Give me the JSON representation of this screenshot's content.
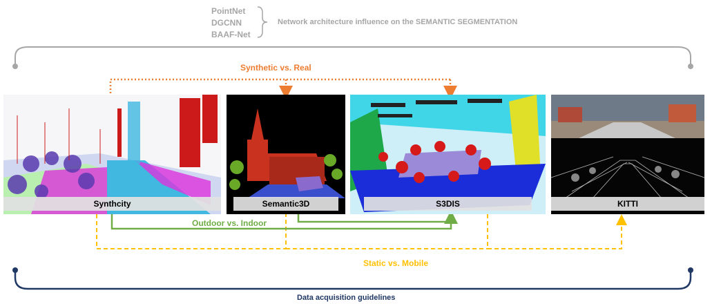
{
  "networks": [
    "PointNet",
    "DGCNN",
    "BAAF-Net"
  ],
  "network_caption": "Network architecture influence on the SEMANTIC SEGMENTATION",
  "comparisons": {
    "synthetic_vs_real": "Synthetic vs. Real",
    "outdoor_vs_indoor": "Outdoor vs. Indoor",
    "static_vs_mobile": "Static vs. Mobile"
  },
  "footer": "Data acquisition guidelines",
  "datasets": [
    "Synthcity",
    "Semantic3D",
    "S3DIS",
    "KITTI"
  ],
  "colors": {
    "gray": "#a6a6a6",
    "synthetic_real": "#ed7d31",
    "outdoor_indoor": "#70ad47",
    "static_mobile": "#ffc000",
    "navy": "#1f3864"
  }
}
